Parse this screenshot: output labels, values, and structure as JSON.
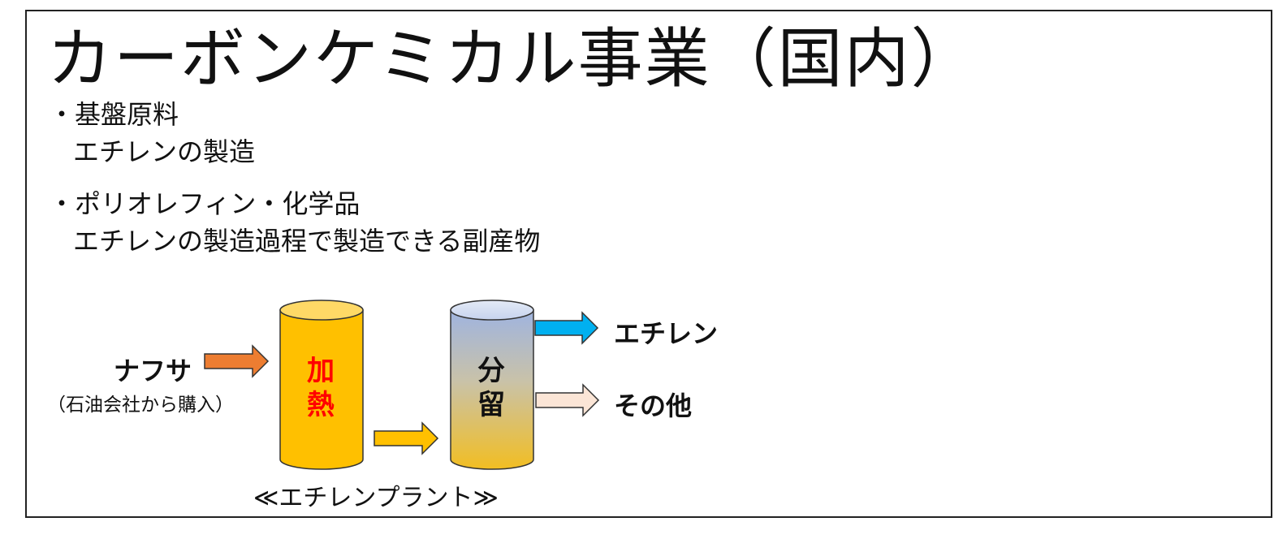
{
  "slide": {
    "title": "カーボンケミカル事業（国内）",
    "bullets": [
      {
        "label": "・基盤原料",
        "detail": "エチレンの製造"
      },
      {
        "label": "・ポリオレフィン・化学品",
        "detail": "エチレンの製造過程で製造できる副産物"
      }
    ]
  },
  "diagram": {
    "input_label": "ナフサ",
    "input_note": "（石油会社から購入）",
    "heating_tank_label": [
      "加",
      "熱"
    ],
    "fractionation_tank_label": [
      "分",
      "留"
    ],
    "output_1": "エチレン",
    "output_2": "その他",
    "plant_caption": "≪エチレンプラント≫",
    "colors": {
      "input_arrow": "#ED7D31",
      "heating_tank": "#FFC000",
      "heating_text": "#FF0000",
      "transfer_arrow": "#FFC000",
      "ethylene_arrow": "#00B0F0",
      "other_arrow": "#FBE5D6",
      "fractionation_top": "#A9BCE3",
      "fractionation_bottom": "#F0BE1E"
    }
  }
}
